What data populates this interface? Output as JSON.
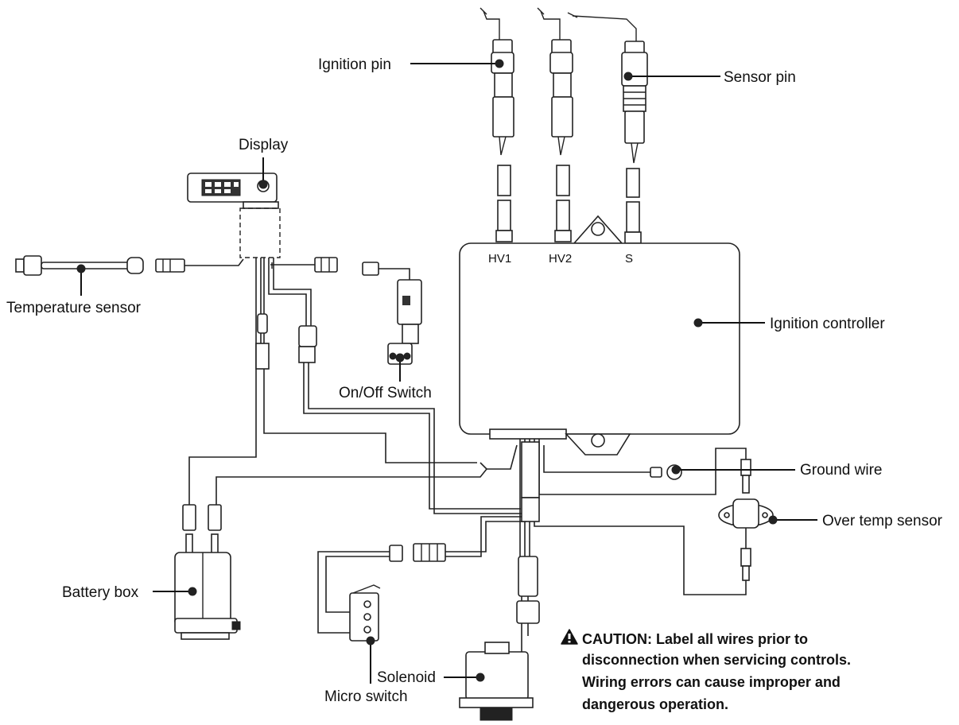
{
  "labels": {
    "ignition_pin": "Ignition pin",
    "sensor_pin": "Sensor pin",
    "display": "Display",
    "temperature_sensor": "Temperature sensor",
    "ignition_controller": "Ignition controller",
    "on_off_switch": "On/Off Switch",
    "ground_wire": "Ground wire",
    "over_temp_sensor": "Over temp sensor",
    "battery_box": "Battery box",
    "solenoid": "Solenoid",
    "micro_switch": "Micro switch"
  },
  "ports": {
    "hv1": "HV1",
    "hv2": "HV2",
    "s": "S"
  },
  "caution": {
    "icon": "warning-triangle-icon",
    "lines": [
      "CAUTION: Label all wires prior to",
      "disconnection when servicing controls.",
      "Wiring errors can cause improper and",
      "dangerous operation."
    ]
  }
}
